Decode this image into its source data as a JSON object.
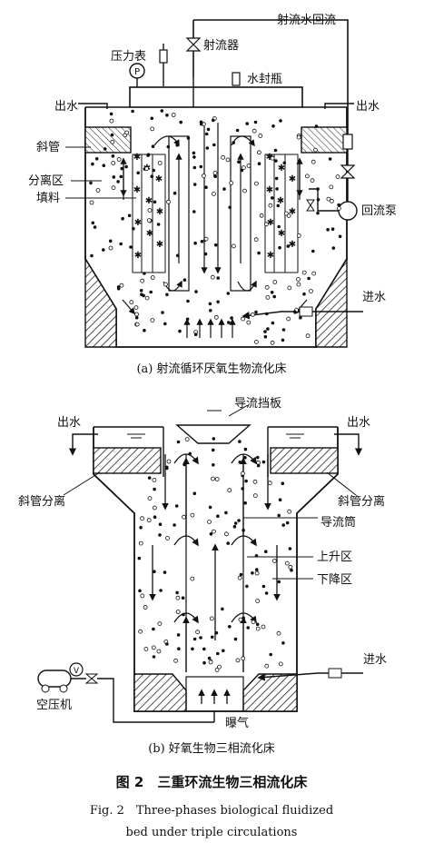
{
  "diagram_a": {
    "labels": {
      "jet_return": "射流水回流",
      "ejector": "射流器",
      "pressure_gauge": "压力表",
      "gauge_letter": "P",
      "water_seal": "水封瓶",
      "outlet_left": "出水",
      "outlet_right": "出水",
      "inclined_tube": "斜管",
      "separation_zone": "分离区",
      "packing": "填料",
      "return_pump": "回流泵",
      "inlet": "进水"
    },
    "caption": "(a) 射流循环厌氧生物流化床"
  },
  "diagram_b": {
    "labels": {
      "baffle": "导流挡板",
      "outlet_left": "出水",
      "outlet_right": "出水",
      "separation_left": "斜管分离",
      "separation_right": "斜管分离",
      "draft_tube": "导流筒",
      "riser": "上升区",
      "downcomer": "下降区",
      "inlet": "进水",
      "gauge_letter": "V",
      "compressor": "空压机",
      "aeration": "曝气"
    },
    "caption": "(b) 好氧生物三相流化床"
  },
  "figure": {
    "title_cn": "图 2　三重环流生物三相流化床",
    "title_en_line1": "Fig. 2　Three-phases biological fluidized",
    "title_en_line2": "bed under triple circulations"
  }
}
